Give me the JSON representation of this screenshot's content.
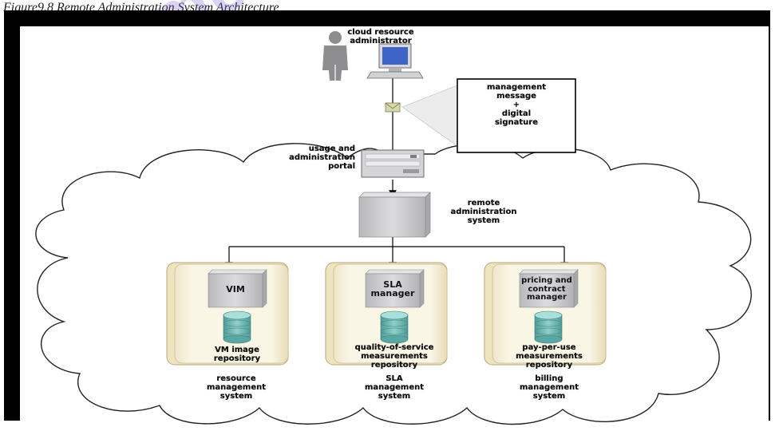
{
  "caption": "Figure9.8 Remote Administration System Architecture",
  "watermark": "me",
  "nodes": {
    "administrator": "cloud resource\nadministrator",
    "message": "management\nmessage\n+\ndigital\nsignature",
    "portal": "usage and\nadministration\nportal",
    "remote_admin": "remote\nadministration\nsystem",
    "vim": "VIM",
    "sla_manager": "SLA\nmanager",
    "pricing_manager": "pricing and\ncontract\nmanager",
    "vm_repo": "VM image\nrepository",
    "qos_repo": "quality-of-service\nmeasurements\nrepository",
    "ppu_repo": "pay-per-use\nmeasurements\nrepository",
    "resource_system": "resource\nmanagement\nsystem",
    "sla_system": "SLA\nmanagement\nsystem",
    "billing_system": "billing\nmanagement\nsystem"
  },
  "colors": {
    "cloud_outline": "#222222",
    "server_gray": "#c9c9cb",
    "container_fill": "#f5efd6",
    "db_teal": "#6fb8b4",
    "line": "#000000"
  },
  "icons": [
    "person-icon",
    "monitor-icon",
    "envelope-icon",
    "server-icon",
    "database-icon"
  ]
}
